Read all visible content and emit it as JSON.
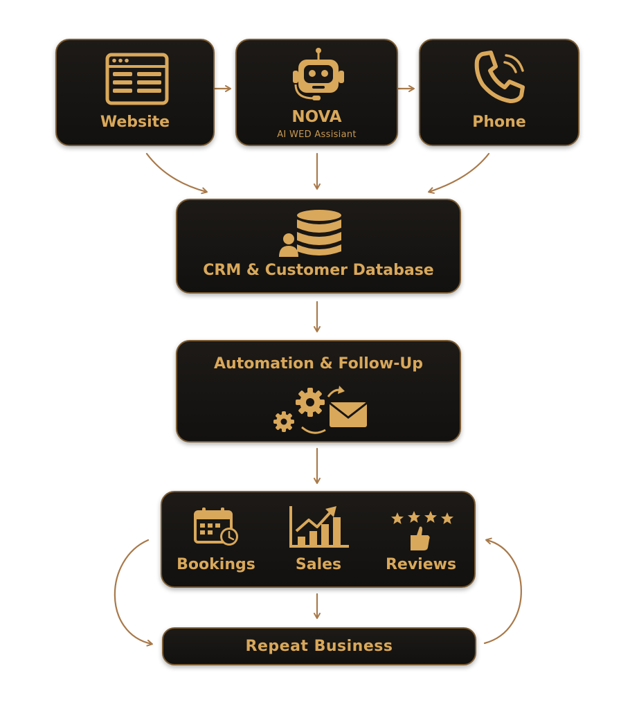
{
  "nodes": {
    "website": {
      "label": "Website",
      "icon": "browser-window-icon"
    },
    "nova": {
      "label": "NOVA",
      "sublabel": "AI WED Assisiant",
      "icon": "robot-icon"
    },
    "phone": {
      "label": "Phone",
      "icon": "phone-icon"
    },
    "crm": {
      "label": "CRM & Customer Database",
      "icon": "database-user-icon"
    },
    "automation": {
      "label": "Automation & Follow-Up",
      "icon": "gears-envelope-icon"
    },
    "outcomes": {
      "bookings": {
        "label": "Bookings",
        "icon": "calendar-clock-icon"
      },
      "sales": {
        "label": "Sales",
        "icon": "bar-chart-growth-icon"
      },
      "reviews": {
        "label": "Reviews",
        "icon": "stars-thumbs-up-icon"
      }
    },
    "repeat": {
      "label": "Repeat Business"
    }
  },
  "colors": {
    "accent": "#d9a85a",
    "box": "#161412",
    "border": "#7a5b33",
    "arrow": "#a8794a"
  }
}
